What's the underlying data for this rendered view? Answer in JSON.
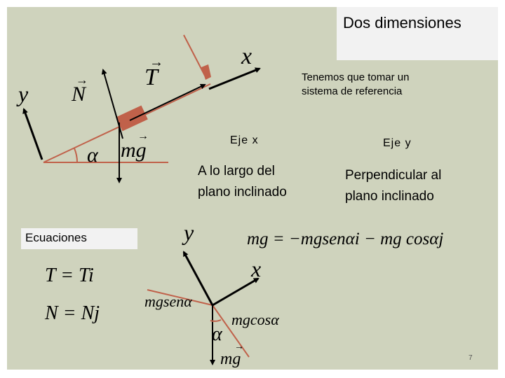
{
  "title": "Dos dimensiones",
  "note": "Tenemos que tomar un sistema de referencia",
  "axis_labels": {
    "x": "x",
    "y": "y"
  },
  "forces": {
    "T": "T",
    "N": "N",
    "mg": "mg"
  },
  "angle": "α",
  "eje_x": {
    "heading": "Eje x",
    "desc_line1": "A lo largo del",
    "desc_line2": "plano inclinado"
  },
  "eje_y": {
    "heading": "Eje y",
    "desc_line1": "Perpendicular al",
    "desc_line2": "plano inclinado"
  },
  "ecuaciones": "Ecuaciones",
  "equations": {
    "mg_vector": "mg = −mgsenαi − mg cosαj",
    "T_eq": "T = Ti",
    "N_eq": "N = Nj"
  },
  "components": {
    "sin": "mgsenα",
    "cos": "mgcosα"
  },
  "page_number": "7",
  "colors": {
    "background": "#cfd3bd",
    "box": "#f2f2f2",
    "block": "#c0614a",
    "red_line": "#c0614a"
  }
}
